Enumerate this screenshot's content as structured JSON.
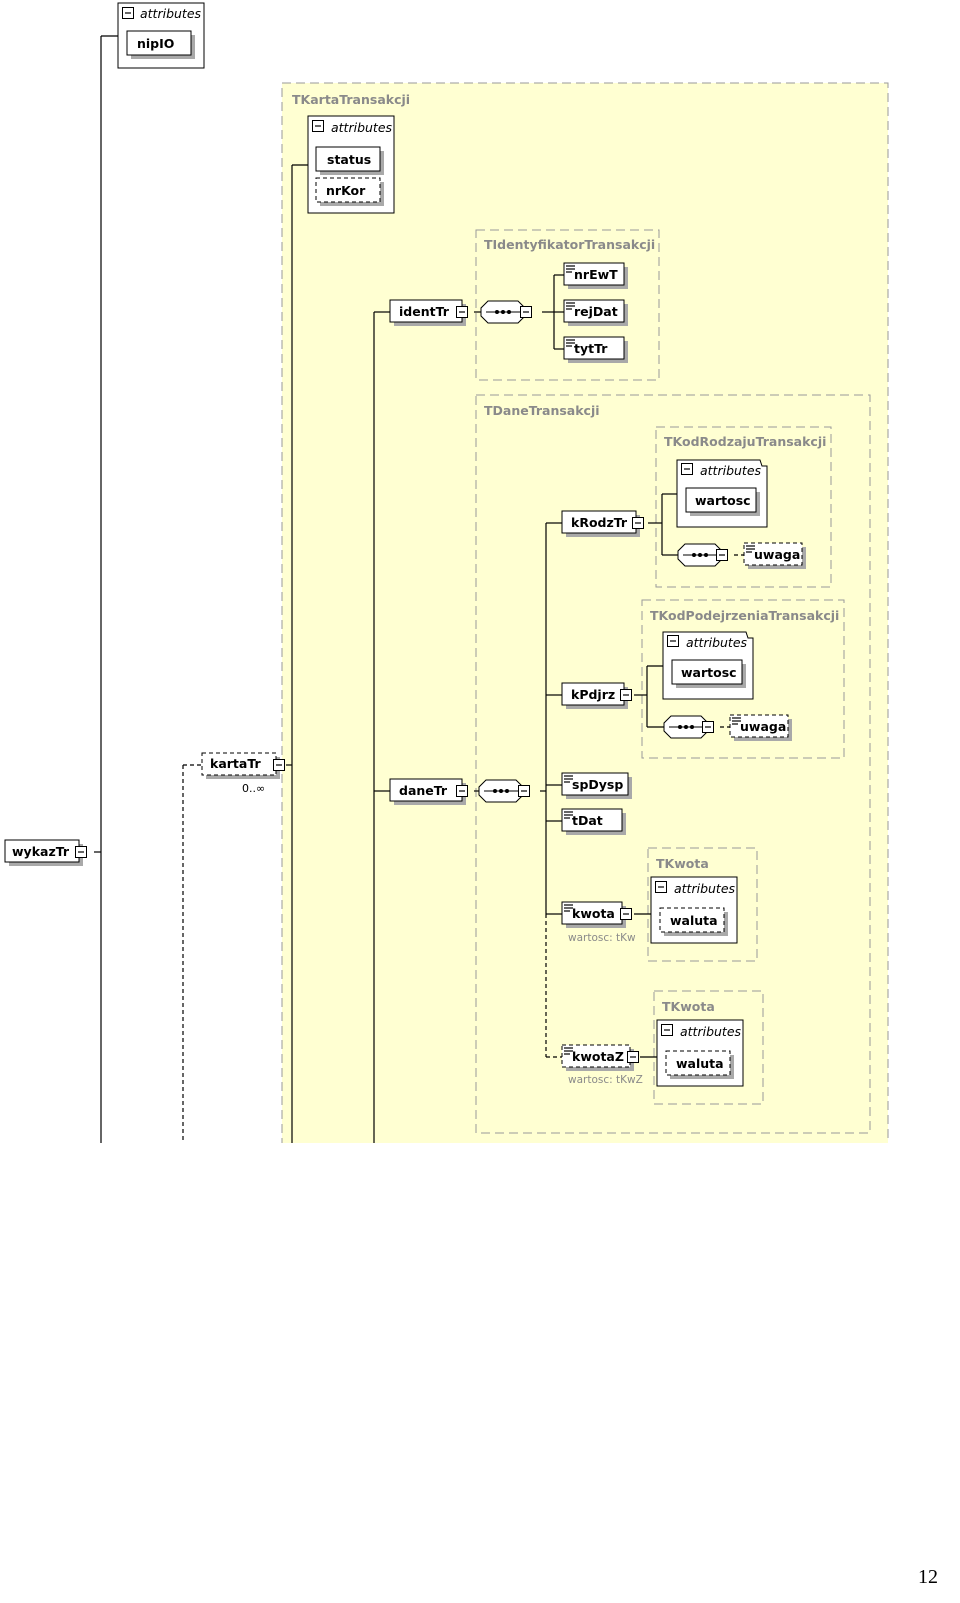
{
  "page_number": "12",
  "root": {
    "name": "wykazTr"
  },
  "root_attributes": {
    "title": "attributes",
    "items": [
      "nipIO"
    ]
  },
  "kartaTr": {
    "name": "kartaTr",
    "cardinality": "0..∞"
  },
  "TKartaTransakcji": {
    "type_name": "TKartaTransakcji",
    "attributes": {
      "title": "attributes",
      "items": [
        "status",
        "nrKor"
      ]
    },
    "identTr": {
      "name": "identTr",
      "type_name": "TIdentyfikatorTransakcji",
      "children": [
        "nrEwT",
        "rejDat",
        "tytTr"
      ]
    },
    "daneTr": {
      "name": "daneTr",
      "type_name": "TDaneTransakcji",
      "kRodzTr": {
        "name": "kRodzTr",
        "type_name": "TKodRodzajuTransakcji",
        "attributes": {
          "title": "attributes",
          "items": [
            "wartosc"
          ]
        },
        "child": "uwaga"
      },
      "kPdjrz": {
        "name": "kPdjrz",
        "type_name": "TKodPodejrzeniaTransakcji",
        "attributes": {
          "title": "attributes",
          "items": [
            "wartosc"
          ]
        },
        "child": "uwaga"
      },
      "spDysp": {
        "name": "spDysp"
      },
      "tDat": {
        "name": "tDat"
      },
      "kwota": {
        "name": "kwota",
        "caption": "wartosc: tKw",
        "type_name": "TKwota",
        "attributes": {
          "title": "attributes",
          "items": [
            "waluta"
          ]
        }
      },
      "kwotaZ": {
        "name": "kwotaZ",
        "caption": "wartosc: tKwZ",
        "type_name": "TKwota",
        "attributes": {
          "title": "attributes",
          "items": [
            "waluta"
          ]
        }
      }
    }
  },
  "colors": {
    "type_fill": "#ffffd2",
    "type_border": "#9a9a9a",
    "box_border": "#000000",
    "shadow": "#a9a9a9",
    "type_label": "#8a8a8a"
  }
}
